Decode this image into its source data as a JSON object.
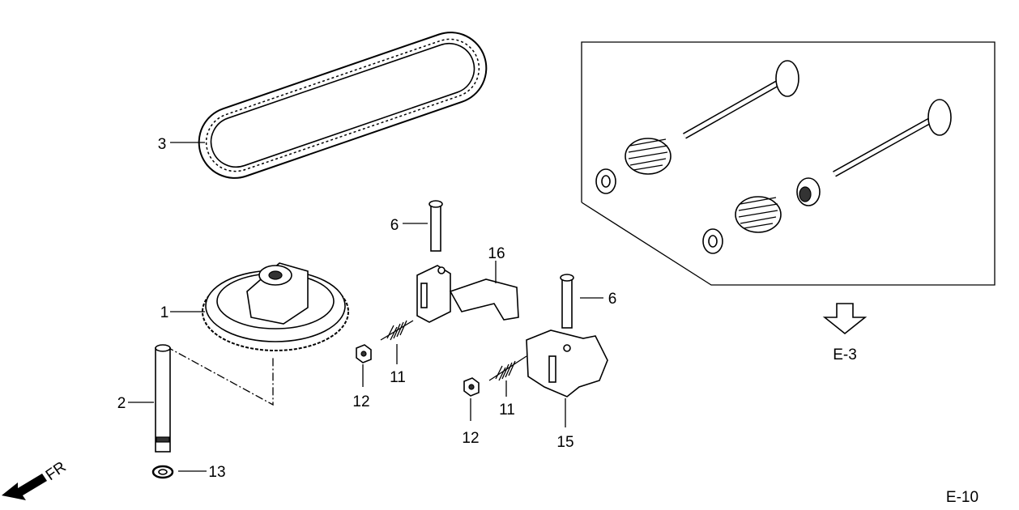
{
  "diagram": {
    "labels": {
      "belt": "3",
      "pin_upper": "6",
      "rocker_upper": "16",
      "pin_lower": "6",
      "camshaft_pulley": "1",
      "spring_upper": "11",
      "nut_upper": "12",
      "spring_lower": "11",
      "nut_lower": "12",
      "rocker_lower": "15",
      "shaft": "2",
      "washer": "13"
    },
    "reference_arrow": "E-3",
    "direction_label": "FR",
    "page_reference": "E-10"
  }
}
